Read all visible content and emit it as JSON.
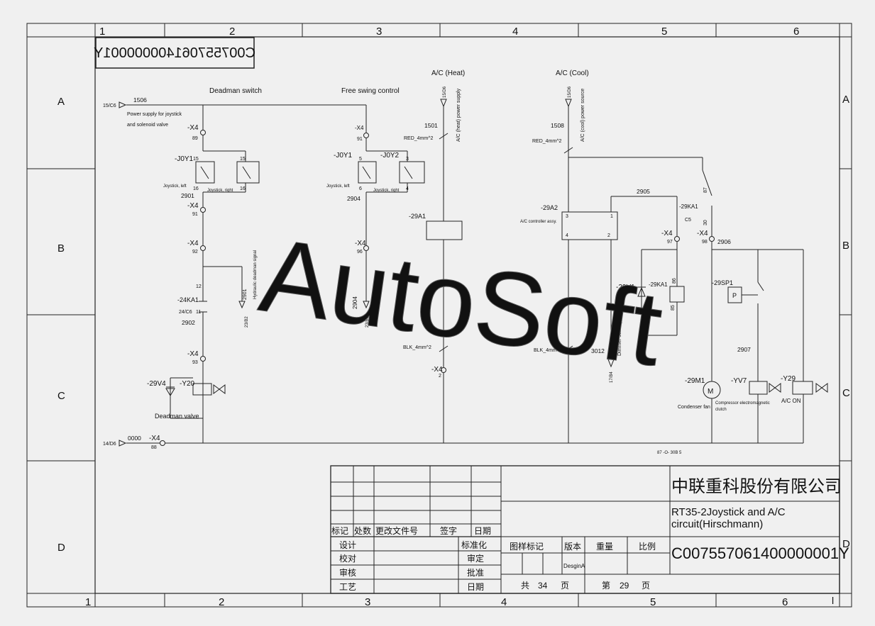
{
  "frame": {
    "columns_top": [
      "1",
      "2",
      "3",
      "4",
      "5",
      "6"
    ],
    "columns_bottom": [
      "1",
      "2",
      "3",
      "4",
      "5",
      "6"
    ],
    "rows_left": [
      "A",
      "B",
      "C",
      "D"
    ],
    "rows_right": [
      "A",
      "B",
      "C",
      "D"
    ],
    "corner_mark": "l"
  },
  "drawing_number_mirrored": "C007557061400000001Y",
  "watermark": "AutoSoft",
  "sections": {
    "deadman": "Deadman switch",
    "free_swing": "Free swing control",
    "ac_heat": "A/C (Heat)",
    "ac_cool": "A/C (Cool)"
  },
  "labels": {
    "in_top": "15/C6",
    "in_bot": "14/D6",
    "w1506": "1506",
    "w1501": "1501",
    "w1508": "1508",
    "w0000": "0000",
    "psu_line1": "Power supply for joystick",
    "psu_line2": "and solenoid valve",
    "x4": "-X4",
    "x4_89": "89",
    "x4_91": "91",
    "x4_92": "92",
    "x4_93": "93",
    "x4_88": "88",
    "x4_91b": "91",
    "x4_96": "96",
    "x4_2": "2",
    "x4_97": "97",
    "x4_98": "98",
    "joy1": "-J0Y1",
    "joy2": "-J0Y2",
    "p15": "15",
    "p16": "16",
    "p5": "5",
    "p6": "6",
    "p3": "3",
    "p4": "4",
    "joy_left": "Joystick, left",
    "joy_right": "Joystick, right",
    "w2901": "2901",
    "w2902": "2902",
    "w2904": "2904",
    "w2905": "2905",
    "w2906": "2906",
    "w2907": "2907",
    "w3012": "3012",
    "w2901v": "2901",
    "w2904v": "2904",
    "ka24": "-24KA1",
    "ka24ref": "24/C6",
    "k12": "12",
    "k11": "11",
    "hydr_sig": "Hydraulic deadman signal",
    "ref23b2": "23/B2",
    "ref23b3": "23/B3",
    "v4": "-29V4",
    "y20": "-Y20",
    "deadman_valve": "Deadman valve",
    "heat_ref": "15/D6",
    "heat_psu": "A/C (heat) power supply",
    "red_wire": "RED_4mm^2",
    "a1": "-29A1",
    "blk_wire": "BLK_4mm^2",
    "cool_ref": "15/D6",
    "cool_psu": "A/C (cool) power source",
    "a2": "-29A2",
    "a2_desc": "A/C controller assy.",
    "t3": "3",
    "t1": "1",
    "t4": "4",
    "t2": "2",
    "ka1_top": "-29KA1",
    "c5": "C5",
    "p87": "87",
    "p30": "30",
    "v1": "-29V1",
    "ka1_coil": "-29KA1",
    "p86": "86",
    "p85": "85",
    "plus": "+",
    "dimmer": "Dimmer switchy light",
    "ref17b4": "17/B4",
    "sp1": "-29SP1",
    "p_box": "P",
    "m1": "-29M1",
    "m_box": "M",
    "condenser_fan": "Condenser fan",
    "yv7": "-YV7",
    "clutch1": "Compressor electromagnetic",
    "clutch2": "clutch",
    "y29": "-Y29",
    "ac_on": "A/C ON",
    "note_87": "87 -O- 30B 5"
  },
  "title_block": {
    "company": "中联重科股份有限公司",
    "title_line1": "RT35-2Joystick and A/C",
    "title_line2": "circuit(Hirschmann)",
    "drawing_number": "C007557061400000001Y",
    "rev_headers": [
      "标记",
      "处数",
      "更改文件号",
      "签字",
      "日期"
    ],
    "roles_left": [
      "设计",
      "校对",
      "审核",
      "工艺"
    ],
    "roles_right": [
      "标准化",
      "审定",
      "批准",
      "日期"
    ],
    "sub_headers": [
      "图样标记",
      "版本",
      "重量",
      "比例"
    ],
    "version": "DesginA",
    "total_prefix": "共",
    "total_pages": "34",
    "total_suffix": "页",
    "page_prefix": "第",
    "page_no": "29",
    "page_suffix": "页"
  }
}
